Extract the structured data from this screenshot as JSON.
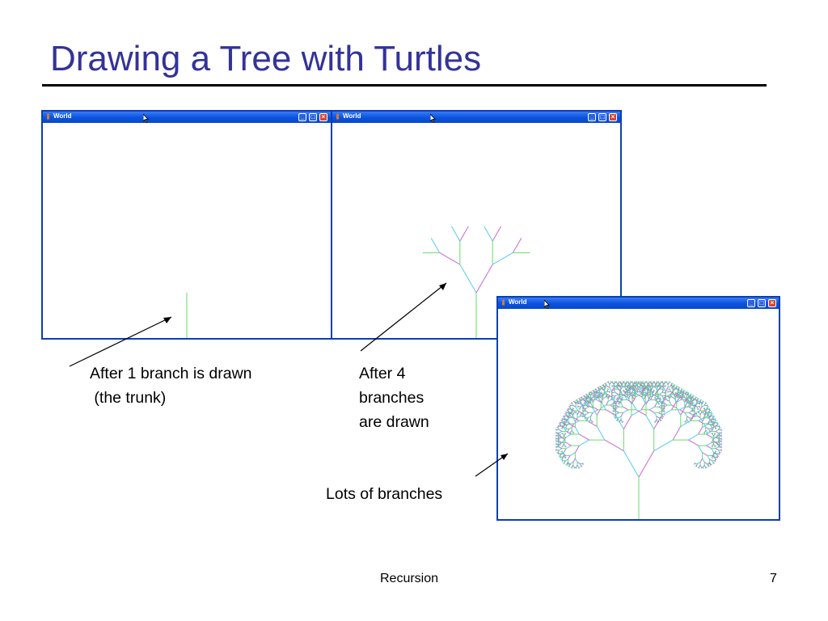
{
  "slide": {
    "title": "Drawing a Tree with Turtles",
    "footer_center": "Recursion",
    "page_number": "7"
  },
  "windows": [
    {
      "title": "World",
      "state": "1 branch"
    },
    {
      "title": "World",
      "state": "4 branches"
    },
    {
      "title": "World",
      "state": "lots of branches"
    }
  ],
  "captions": {
    "trunk_line1": "After 1 branch is drawn",
    "trunk_line2": " (the trunk)",
    "four_line1": "After 4",
    "four_line2": "branches",
    "four_line3": "are drawn",
    "lots": "Lots of branches"
  },
  "colors": {
    "title": "#333399",
    "window_border": "#0a3fb4",
    "branch_green": "#66dd66",
    "branch_cyan": "#55ccee",
    "branch_magenta": "#cc66cc"
  },
  "icons": {
    "window_controls": [
      "minimize-icon",
      "maximize-icon",
      "close-icon"
    ],
    "cursor": "mouse-pointer-icon"
  }
}
